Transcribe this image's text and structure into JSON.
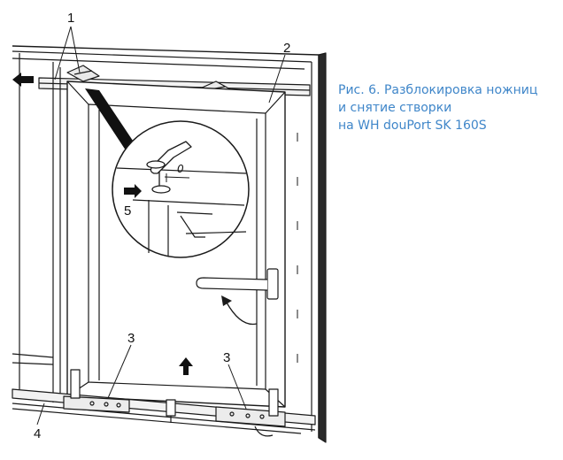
{
  "caption": {
    "line1": "Рис. 6. Разблокировка ножниц",
    "line2": "и снятие створки",
    "line3": "на WH douPort SK 160S"
  },
  "callouts": {
    "c1": "1",
    "c2": "2",
    "c3a": "3",
    "c3b": "3",
    "c4": "4",
    "c5": "5"
  },
  "dimension": "0",
  "colors": {
    "caption": "#3f86c9",
    "line": "#1a1a1a"
  }
}
